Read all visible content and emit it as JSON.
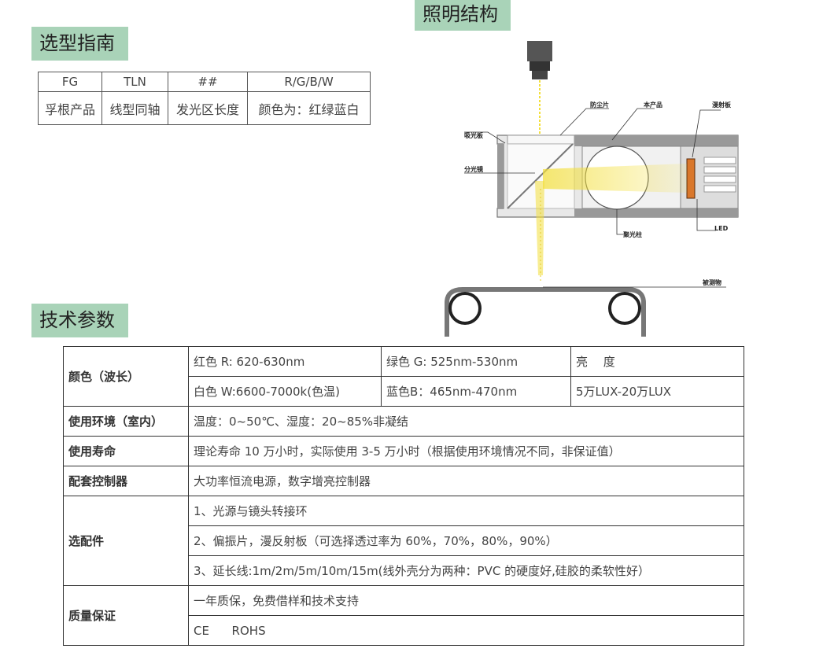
{
  "tags": {
    "select_guide": "选型指南",
    "light_structure": "照明结构",
    "tech_params": "技术参数"
  },
  "guide_table": {
    "codes": [
      "FG",
      "TLN",
      "##",
      "R/G/B/W"
    ],
    "descriptions": [
      "孚根产品",
      "线型同轴",
      "发光区长度",
      "颜色为：红绿蓝白"
    ]
  },
  "diagram": {
    "labels": {
      "dust_sheet": "防尘片",
      "product": "本产品",
      "diffuser": "漫射板",
      "absorber": "吸光板",
      "splitter": "分光镜",
      "led": "LED",
      "condenser": "聚光柱",
      "object": "被测物"
    },
    "colors": {
      "light_beam": "#f3df3a",
      "led_strip": "#d9772b",
      "body": "#888888"
    }
  },
  "spec_table": {
    "color_wavelength": {
      "label": "颜色（波长）",
      "red": "红色 R: 620-630nm",
      "green": "绿色 G: 525nm-530nm",
      "brightness_label": "亮　 度",
      "white": "白色 W:6600-7000k(色温)",
      "blue": "蓝色B：465nm-470nm",
      "brightness_value": "5万LUX-20万LUX"
    },
    "environment": {
      "label": "使用环境（室内）",
      "value": "温度：0~50℃、湿度：20~85%非凝结"
    },
    "lifetime": {
      "label": "使用寿命",
      "value": "理论寿命 10 万小时，实际使用 3-5 万小时（根据使用环境情况不同，非保证值）"
    },
    "controller": {
      "label": "配套控制器",
      "value": "大功率恒流电源，数字增亮控制器"
    },
    "accessories": {
      "label": "选配件",
      "items": [
        "1、光源与镜头转接环",
        "2、偏振片，漫反射板（可选择透过率为 60%，70%，80%，90%）",
        "3、延长线:1m/2m/5m/10m/15m(线外壳分为两种：PVC  的硬度好,硅胶的柔软性好）"
      ]
    },
    "warranty": {
      "label": "质量保证",
      "items": [
        "一年质保，免费借样和技术支持",
        "CE      ROHS"
      ]
    }
  }
}
